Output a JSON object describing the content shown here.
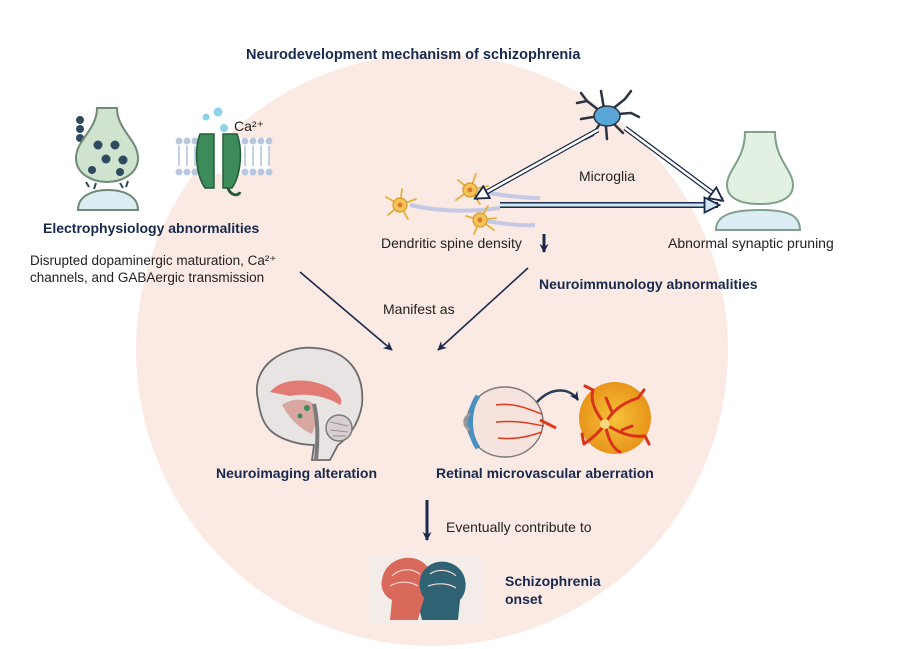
{
  "title": "Neurodevelopment mechanism of schizophrenia",
  "electrophysiology": {
    "heading": "Electrophysiology abnormalities",
    "description": "Disrupted dopaminergic maturation, Ca²⁺ channels, and GABAergic transmission",
    "ion_label": "Ca²⁺"
  },
  "neuroimmunology": {
    "heading": "Neuroimmunology abnormalities",
    "microglia_label": "Microglia",
    "dendritic_label": "Dendritic spine density",
    "pruning_label": "Abnormal synaptic pruning"
  },
  "flow": {
    "manifest_label": "Manifest as",
    "eventually_label": "Eventually contribute to"
  },
  "outcomes": {
    "neuroimaging": "Neuroimaging alteration",
    "retinal": "Retinal microvascular aberration"
  },
  "onset": {
    "line1": "Schizophrenia",
    "line2": "onset"
  },
  "colors": {
    "background_circle": "#fbe9e3",
    "heading_text": "#17294d",
    "arrow": "#1b2a4a",
    "vesicle": "#2f4a5e",
    "synapse_fill": "#cfe3cf",
    "channel": "#3d8a5a",
    "microglia": "#5aa6d6",
    "neuron": "#f3c35a",
    "retina": "#e8a416",
    "vessel": "#e23b1b",
    "head_left": "#d9695b",
    "head_right": "#2f6273"
  },
  "icons": [
    "synapse-icon",
    "calcium-channel-icon",
    "microglia-icon",
    "neuron-icon",
    "postsynaptic-terminal-icon",
    "brain-sagittal-icon",
    "eye-icon",
    "retina-icon",
    "two-heads-icon"
  ]
}
